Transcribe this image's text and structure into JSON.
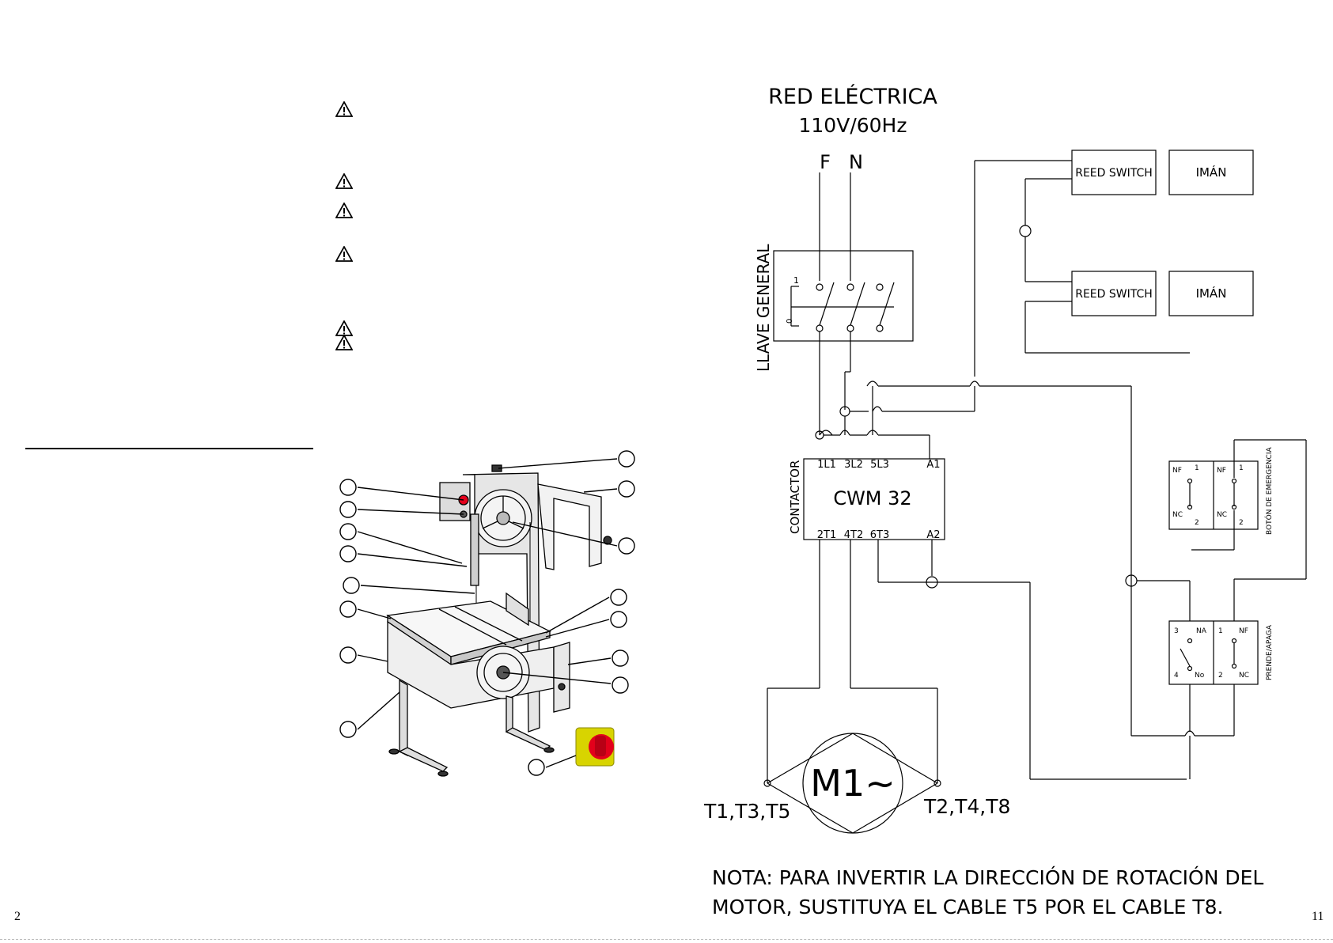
{
  "left_page": {
    "page_number": "2",
    "warnings_count": 6
  },
  "right_page": {
    "page_number": "11"
  },
  "diagram": {
    "title_line1": "RED ELÉCTRICA",
    "title_line2": "110V/60Hz",
    "phase_label": "F",
    "neutral_label": "N",
    "main_switch_label": "LLAVE GENERAL",
    "switch_pos_1": "1",
    "switch_pos_0": "0",
    "contactor_label": "CONTACTOR",
    "contactor_model": "CWM 32",
    "contactor_top_terminals": [
      "1L1",
      "3L2",
      "5L3",
      "A1"
    ],
    "contactor_bottom_terminals": [
      "2T1",
      "4T2",
      "6T3",
      "A2"
    ],
    "reed_switch_1": "REED SWITCH",
    "magnet_1": "IMÁN",
    "reed_switch_2": "REED SWITCH",
    "magnet_2": "IMÁN",
    "emergency_label": "BOTÓN DE EMERGENCIA",
    "emergency_contacts": {
      "nf": "NF",
      "nc": "NC",
      "one": "1",
      "two": "2"
    },
    "onoff_label": "PRENDE/APAGA",
    "onoff_contacts": {
      "three": "3",
      "na": "NA",
      "four": "4",
      "no": "No",
      "one": "1",
      "nf": "NF",
      "two": "2",
      "nc": "NC"
    },
    "motor_label": "M1~",
    "motor_left_terminals": "T1,T3,T5",
    "motor_right_terminals": "T2,T4,T8",
    "note_line1": "NOTA: PARA INVERTIR LA DIRECCIÓN DE ROTACIÓN DEL",
    "note_line2": "MOTOR, SUSTITUYA EL CABLE T5 POR EL CABLE T8."
  },
  "colors": {
    "ink": "#000000",
    "knob_red": "#e3001b",
    "knob_yellow": "#d8d400",
    "machine_gray": "#c9c9c9"
  }
}
